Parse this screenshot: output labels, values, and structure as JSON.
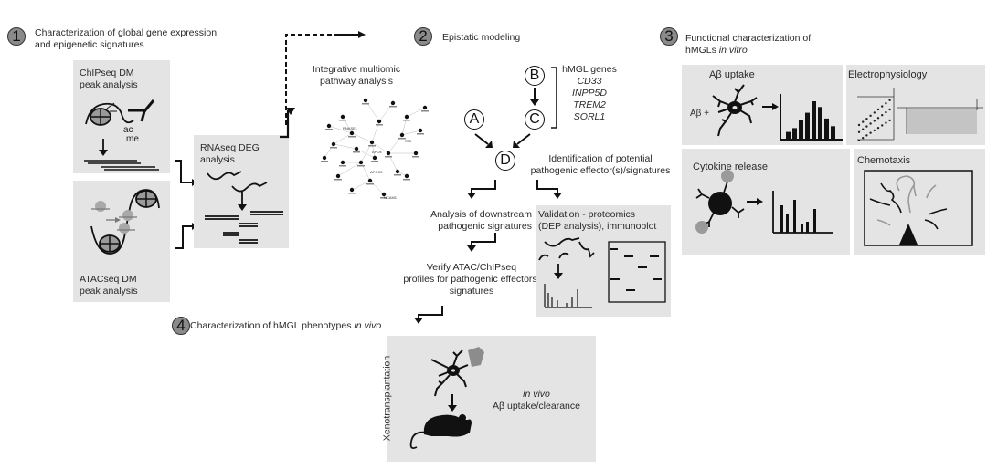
{
  "step1": {
    "number": "1",
    "title_line1": "Characterization of global gene expression",
    "title_line2": "and epigenetic signatures",
    "chipseq_label_line1": "ChIPseq DM",
    "chipseq_label_line2": "peak analysis",
    "mark_ac": "ac",
    "mark_me": "me",
    "atacseq_label_line1": "ATACseq DM",
    "atacseq_label_line2": "peak analysis",
    "rnaseq_label_line1": "RNAseq DEG",
    "rnaseq_label_line2": "analysis",
    "integrative_line1": "Integrative multiomic",
    "integrative_line2": "pathway analysis",
    "network_labels": [
      "RNASEL",
      "APOE",
      "APOC2",
      "ST2",
      "NCAM1"
    ]
  },
  "step2": {
    "number": "2",
    "title": "Epistatic modeling",
    "node_a": "A",
    "node_b": "B",
    "node_c": "C",
    "node_d": "D",
    "genes_heading": "hMGL genes",
    "genes": [
      "CD33",
      "INPP5D",
      "TREM2",
      "SORL1"
    ],
    "identification_line1": "Identification of potential",
    "identification_line2": "pathogenic effector(s)/signatures",
    "downstream_line1": "Analysis of downstream",
    "downstream_line2": "pathogenic signatures",
    "validation_line1": "Validation - proteomics",
    "validation_line2": "(DEP analysis), immunoblot",
    "verify_line1": "Verify ATAC/ChIPseq",
    "verify_line2": "profiles for pathogenic effectors/",
    "verify_line3": "signatures"
  },
  "step3": {
    "number": "3",
    "title_line1": "Functional characterization of",
    "title_line2_prefix": "hMGLs ",
    "title_line2_italic": "in vitro",
    "abeta_uptake": "Aβ uptake",
    "abeta_plus": "Aβ +",
    "electrophysiology": "Electrophysiology",
    "cytokine_release": "Cytokine release",
    "chemotaxis": "Chemotaxis",
    "histogram_relative_heights": [
      0.2,
      0.3,
      0.5,
      0.7,
      1.0,
      0.85,
      0.55,
      0.35
    ],
    "cytokine_relative_heights": [
      0.75,
      0.5,
      0.9,
      0.25,
      0.3,
      0.65
    ]
  },
  "step4": {
    "number": "4",
    "title_prefix": "Characterization of hMGL phenotypes ",
    "title_italic": "in vivo",
    "side_label": "Xenotransplantation",
    "result_italic": "in vivo",
    "result_line": "Aβ uptake/clearance"
  }
}
